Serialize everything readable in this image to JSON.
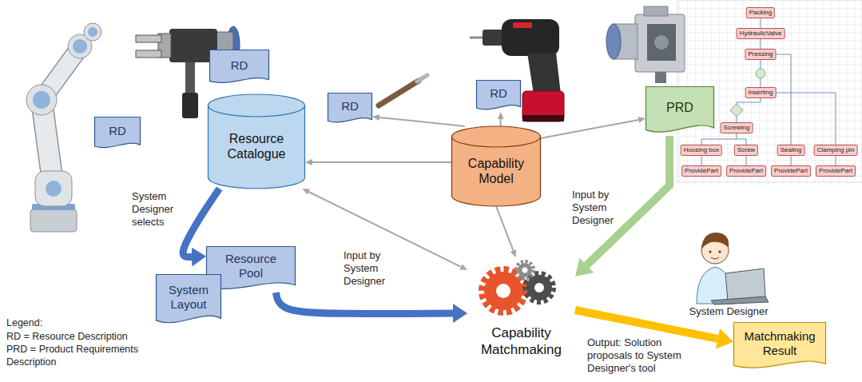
{
  "diagram": {
    "nodes": [
      {
        "text": [
          "RD"
        ]
      },
      {
        "text": [
          "RD"
        ]
      },
      {
        "text": [
          "Resource Catalogue"
        ]
      },
      {
        "text": [
          "RD"
        ]
      },
      {
        "text": [
          "RD"
        ]
      },
      {
        "text": [
          "Capability Model"
        ]
      },
      {
        "text": [
          "PRD"
        ]
      },
      {
        "text": [
          "Resource Pool"
        ]
      },
      {
        "text": [
          "System Layout"
        ]
      },
      {
        "text": [
          "Capability Matchmaking"
        ]
      },
      {
        "text": [
          "Matchmaking Result"
        ]
      }
    ],
    "edges": [
      {
        "from": 5,
        "to": 3,
        "arrow": "to"
      },
      {
        "from": 5,
        "to": 4,
        "arrow": "to"
      },
      {
        "from": 5,
        "to": 6,
        "arrow": "to"
      },
      {
        "from": 5,
        "to": 2,
        "arrow": "to"
      },
      {
        "from": 2,
        "to": 9,
        "arrow": "both"
      },
      {
        "from": 5,
        "to": 9,
        "arrow": "to"
      },
      {
        "from": 2,
        "to": 7,
        "arrow": "to",
        "label": "System Designer selects"
      },
      {
        "from": 7,
        "to": 9,
        "arrow": "to",
        "label": "Input by System Designer"
      },
      {
        "from": 6,
        "to": 9,
        "arrow": "to",
        "label": "Input by System Designer"
      },
      {
        "from": 9,
        "to": 10,
        "arrow": "to",
        "label": "Output: Solution proposals to System Designer's tool"
      }
    ],
    "labels": [
      "Packing",
      "HydraulicValve",
      "Pressing",
      "Inserting",
      "Screwing",
      "Housing box",
      "Screw",
      "Sealing",
      "Clamping pin",
      "ProvidePart",
      "ProvidePart",
      "ProvidePart",
      "ProvidePart",
      "System Designer",
      "Legend:"
    ],
    "legend": [
      {
        "text": "RD = Resource Description"
      },
      {
        "text": "PRD = Product Requirements Description"
      }
    ]
  }
}
